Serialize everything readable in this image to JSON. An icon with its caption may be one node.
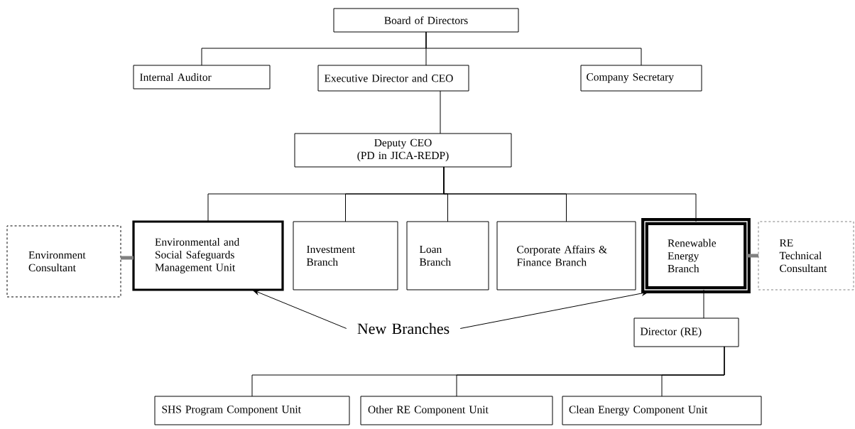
{
  "diagram": {
    "nodes": [
      {
        "text": [
          "Board of Directors"
        ]
      },
      {
        "text": [
          "Internal Auditor"
        ]
      },
      {
        "text": [
          "Executive Director and CEO"
        ]
      },
      {
        "text": [
          "Company Secretary"
        ]
      },
      {
        "text": [
          "Deputy CEO",
          "(PD in JICA-REDP)"
        ]
      },
      {
        "text": [
          "Environment Consultant"
        ]
      },
      {
        "text": [
          "Environmental and Social Safeguards Management Unit"
        ]
      },
      {
        "text": [
          "Investment Branch"
        ]
      },
      {
        "text": [
          "Loan Branch"
        ]
      },
      {
        "text": [
          "Corporate Affairs & Finance Branch"
        ]
      },
      {
        "text": [
          "Renewable Energy Branch"
        ]
      },
      {
        "text": [
          "RE Technical Consultant"
        ]
      },
      {
        "text": [
          "New Branches"
        ]
      },
      {
        "text": [
          "Director (RE)"
        ]
      },
      {
        "text": [
          "SHS Program Component Unit"
        ]
      },
      {
        "text": [
          "Other RE Component Unit"
        ]
      },
      {
        "text": [
          "Clean Energy Component Unit"
        ]
      }
    ],
    "edges": [
      {
        "from": 0,
        "to": 1,
        "arrow": "none"
      },
      {
        "from": 0,
        "to": 2,
        "arrow": "none"
      },
      {
        "from": 0,
        "to": 3,
        "arrow": "none"
      },
      {
        "from": 2,
        "to": 4,
        "arrow": "none"
      },
      {
        "from": 4,
        "to": 6,
        "arrow": "none"
      },
      {
        "from": 4,
        "to": 7,
        "arrow": "none"
      },
      {
        "from": 4,
        "to": 8,
        "arrow": "none"
      },
      {
        "from": 4,
        "to": 9,
        "arrow": "none"
      },
      {
        "from": 4,
        "to": 10,
        "arrow": "none"
      },
      {
        "from": 5,
        "to": 6,
        "arrow": "none",
        "style": "thick",
        "color": "#808080"
      },
      {
        "from": 10,
        "to": 11,
        "arrow": "none",
        "style": "thick",
        "color": "#808080"
      },
      {
        "from": 12,
        "to": 6,
        "arrow": "to"
      },
      {
        "from": 12,
        "to": 10,
        "arrow": "to"
      },
      {
        "from": 10,
        "to": 13,
        "arrow": "none"
      },
      {
        "from": 13,
        "to": 14,
        "arrow": "none"
      },
      {
        "from": 13,
        "to": 15,
        "arrow": "none"
      },
      {
        "from": 13,
        "to": 16,
        "arrow": "none"
      }
    ]
  }
}
